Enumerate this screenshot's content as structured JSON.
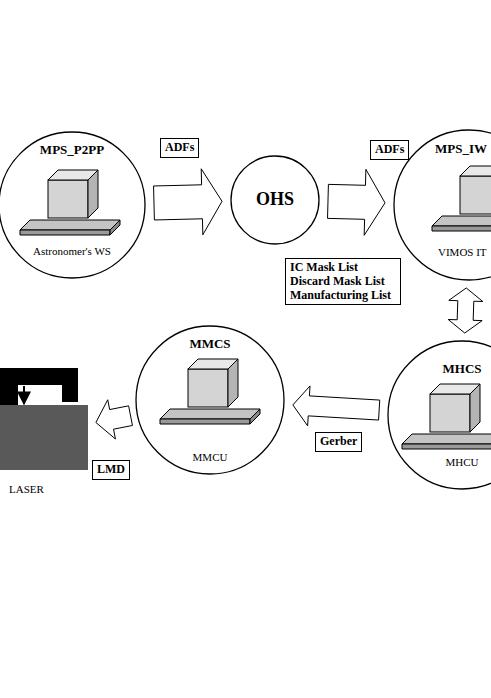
{
  "diagram": {
    "nodes": [
      {
        "text": [
          "MPS_P2PP",
          "Astronomer's WS"
        ]
      },
      {
        "text": [
          "OHS"
        ]
      },
      {
        "text": [
          "MPS_IW",
          "VIMOS IT"
        ]
      },
      {
        "text": [
          "LASER"
        ]
      },
      {
        "text": [
          "MMCS",
          "MMCU"
        ]
      },
      {
        "text": [
          "MHCS",
          "MHCU"
        ]
      }
    ],
    "edges": [
      {
        "from": 0,
        "to": 1,
        "arrow": "to",
        "label": "ADFs"
      },
      {
        "from": 1,
        "to": 2,
        "arrow": "to",
        "label": "ADFs"
      },
      {
        "from": 2,
        "to": 5,
        "arrow": "both",
        "label": "IC Mask List Discard Mask List Manufacturing List"
      },
      {
        "from": 5,
        "to": 4,
        "arrow": "to",
        "label": "Gerber"
      },
      {
        "from": 4,
        "to": 3,
        "arrow": "to",
        "label": "LMD"
      }
    ]
  }
}
